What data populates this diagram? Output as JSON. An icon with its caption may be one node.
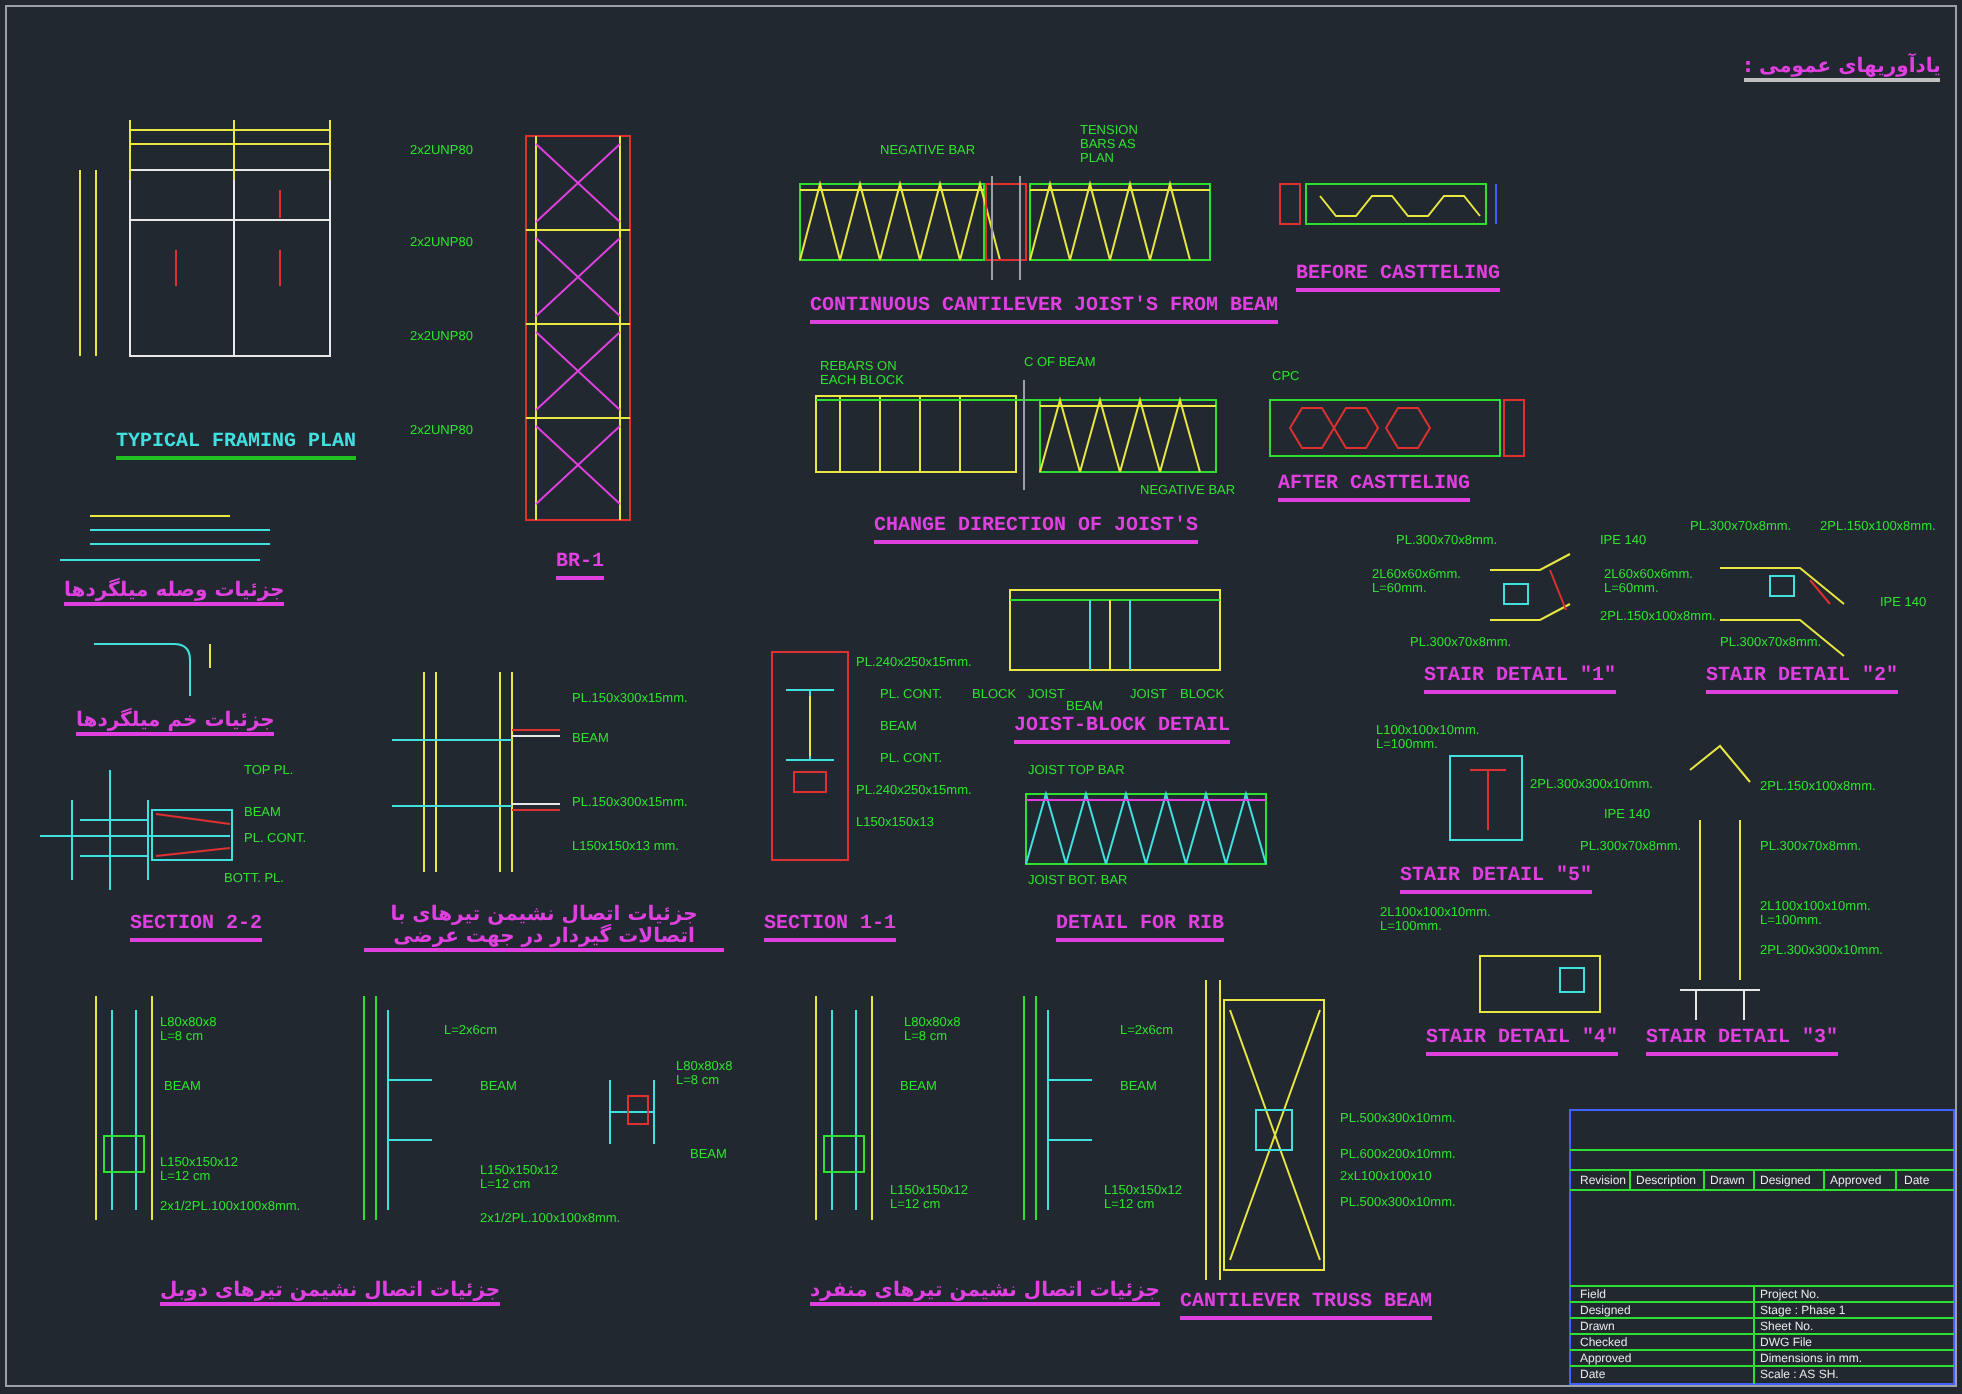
{
  "diagram": {
    "labels": [
      "TYPICAL FRAMING PLAN",
      "2x2UNP80",
      "2x2UNP80",
      "2x2UNP80",
      "2x2UNP80",
      "BR-1",
      "جزئیات وصله میلگردها",
      "جزئیات خم میلگردها",
      "TOP PL.",
      "BEAM",
      "PL. CONT.",
      "BOTT. PL.",
      "SECTION 2-2",
      "PL.150x300x15mm.",
      "BEAM",
      "PL.150x300x15mm.",
      "L150x150x13 mm.",
      "جزئیات اتصال نشیمن تیرهای با اتصالات گیردار در جهت عرضی",
      "PL.240x250x15mm.",
      "PL. CONT.",
      "BEAM",
      "PL. CONT.",
      "PL.240x250x15mm.",
      "L150x150x13",
      "SECTION 1-1",
      "NEGATIVE BAR",
      "TENSION BARS AS PLAN",
      "CONTINUOUS CANTILEVER JOIST'S FROM BEAM",
      "BEFORE CASTTELING",
      "REBARS ON EACH BLOCK",
      "C OF BEAM",
      "NEGATIVE BAR",
      "CHANGE DIRECTION OF JOIST'S",
      "CPC",
      "AFTER CASTTELING",
      "BLOCK",
      "JOIST",
      "BEAM",
      "JOIST",
      "BLOCK",
      "JOIST-BLOCK DETAIL",
      "JOIST TOP BAR",
      "JOIST BOT. BAR",
      "DETAIL FOR RIB",
      "PL.300x70x8mm.",
      "IPE 140",
      "2L60x60x6mm. L=60mm.",
      "2PL.150x100x8mm.",
      "PL.300x70x8mm.",
      "STAIR DETAIL \"1\"",
      "PL.300x70x8mm.",
      "2PL.150x100x8mm.",
      "2L60x60x6mm. L=60mm.",
      "IPE 140",
      "PL.300x70x8mm.",
      "STAIR DETAIL \"2\"",
      "L100x100x10mm. L=100mm.",
      "2PL.300x300x10mm.",
      "STAIR DETAIL \"5\"",
      "2PL.150x100x8mm.",
      "IPE 140",
      "PL.300x70x8mm.",
      "PL.300x70x8mm.",
      "2L100x100x10mm. L=100mm.",
      "2PL.300x300x10mm.",
      "2L100x100x10mm. L=100mm.",
      "STAIR DETAIL \"4\"",
      "STAIR DETAIL \"3\"",
      "یادآوریهای عمومی :",
      "L80x80x8 L=8 cm",
      "BEAM",
      "L150x150x12 L=12 cm",
      "2x1/2PL.100x100x8mm.",
      "L=2x6cm",
      "BEAM",
      "L150x150x12 L=12 cm",
      "2x1/2PL.100x100x8mm.",
      "L80x80x8 L=8 cm",
      "BEAM",
      "L80x80x8 L=8 cm",
      "BEAM",
      "L150x150x12 L=12 cm",
      "L=2x6cm",
      "BEAM",
      "L150x150x12 L=12 cm",
      "جزئیات اتصال نشیمن تیرهای دوبل",
      "جزئیات اتصال نشیمن تیرهای منفرد",
      "PL.500x300x10mm.",
      "PL.600x200x10mm.",
      "2xL100x100x10",
      "PL.500x300x10mm.",
      "CANTILEVER TRUSS BEAM",
      "Revision",
      "Description",
      "Drawn",
      "Designed",
      "Approved",
      "Date",
      "Field",
      "Designed",
      "Drawn",
      "Checked",
      "Approved",
      "Date",
      "Project No.",
      "Stage : Phase 1",
      "Sheet No.",
      "DWG File",
      "Dimensions in mm.",
      "Scale : AS SH."
    ]
  }
}
